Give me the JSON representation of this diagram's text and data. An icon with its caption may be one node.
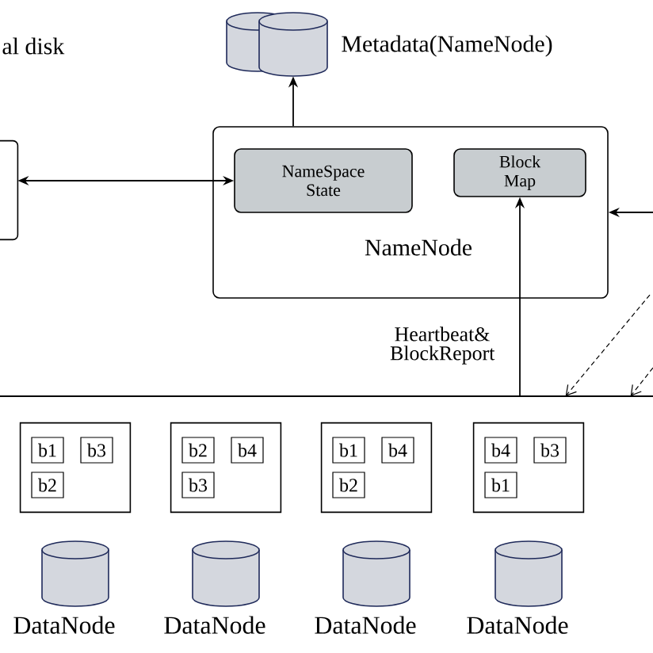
{
  "diagram": {
    "nodes": [
      {
        "text": [],
        "shape": "cylinder",
        "beside": [
          "Metadata(NameNode)"
        ]
      },
      {
        "text": [],
        "shape": "box"
      },
      {
        "text": [
          "NameNode"
        ]
      },
      {
        "text": [
          "NameSpace State"
        ],
        "in": 2
      },
      {
        "text": [
          "Block Map"
        ],
        "in": 2
      },
      {
        "text": [],
        "shape": "bar"
      },
      {
        "text": [],
        "shape": "box"
      },
      {
        "text": [
          "b1"
        ],
        "in": 6
      },
      {
        "text": [
          "b3"
        ],
        "in": 6
      },
      {
        "text": [
          "b2"
        ],
        "in": 6
      },
      {
        "text": [],
        "shape": "box"
      },
      {
        "text": [
          "b2"
        ],
        "in": 10
      },
      {
        "text": [
          "b4"
        ],
        "in": 10
      },
      {
        "text": [
          "b3"
        ],
        "in": 10
      },
      {
        "text": [],
        "shape": "box"
      },
      {
        "text": [
          "b1"
        ],
        "in": 14
      },
      {
        "text": [
          "b4"
        ],
        "in": 14
      },
      {
        "text": [
          "b2"
        ],
        "in": 14
      },
      {
        "text": [],
        "shape": "box"
      },
      {
        "text": [
          "b4"
        ],
        "in": 18
      },
      {
        "text": [
          "b3"
        ],
        "in": 18
      },
      {
        "text": [
          "b1"
        ],
        "in": 18
      },
      {
        "text": [],
        "shape": "cylinder",
        "beside": [
          "DataNode"
        ]
      },
      {
        "text": [],
        "shape": "cylinder",
        "beside": [
          "DataNode"
        ]
      },
      {
        "text": [],
        "shape": "cylinder",
        "beside": [
          "DataNode"
        ]
      },
      {
        "text": [],
        "shape": "cylinder",
        "beside": [
          "DataNode"
        ]
      }
    ],
    "edges": [
      {
        "from": 2,
        "to": 0,
        "arrow": "to"
      },
      {
        "from": 1,
        "to": 3,
        "arrow": "both"
      },
      {
        "from": 5,
        "to": 4,
        "arrow": "to",
        "label": "Heartbeat& BlockReport"
      },
      {
        "from": null,
        "to": 2,
        "arrow": "to"
      },
      {
        "from": null,
        "to": 5,
        "arrow": "to",
        "style": "dashed"
      },
      {
        "from": null,
        "to": 5,
        "arrow": "to",
        "style": "dashed"
      }
    ],
    "labels": [
      "al disk"
    ]
  }
}
